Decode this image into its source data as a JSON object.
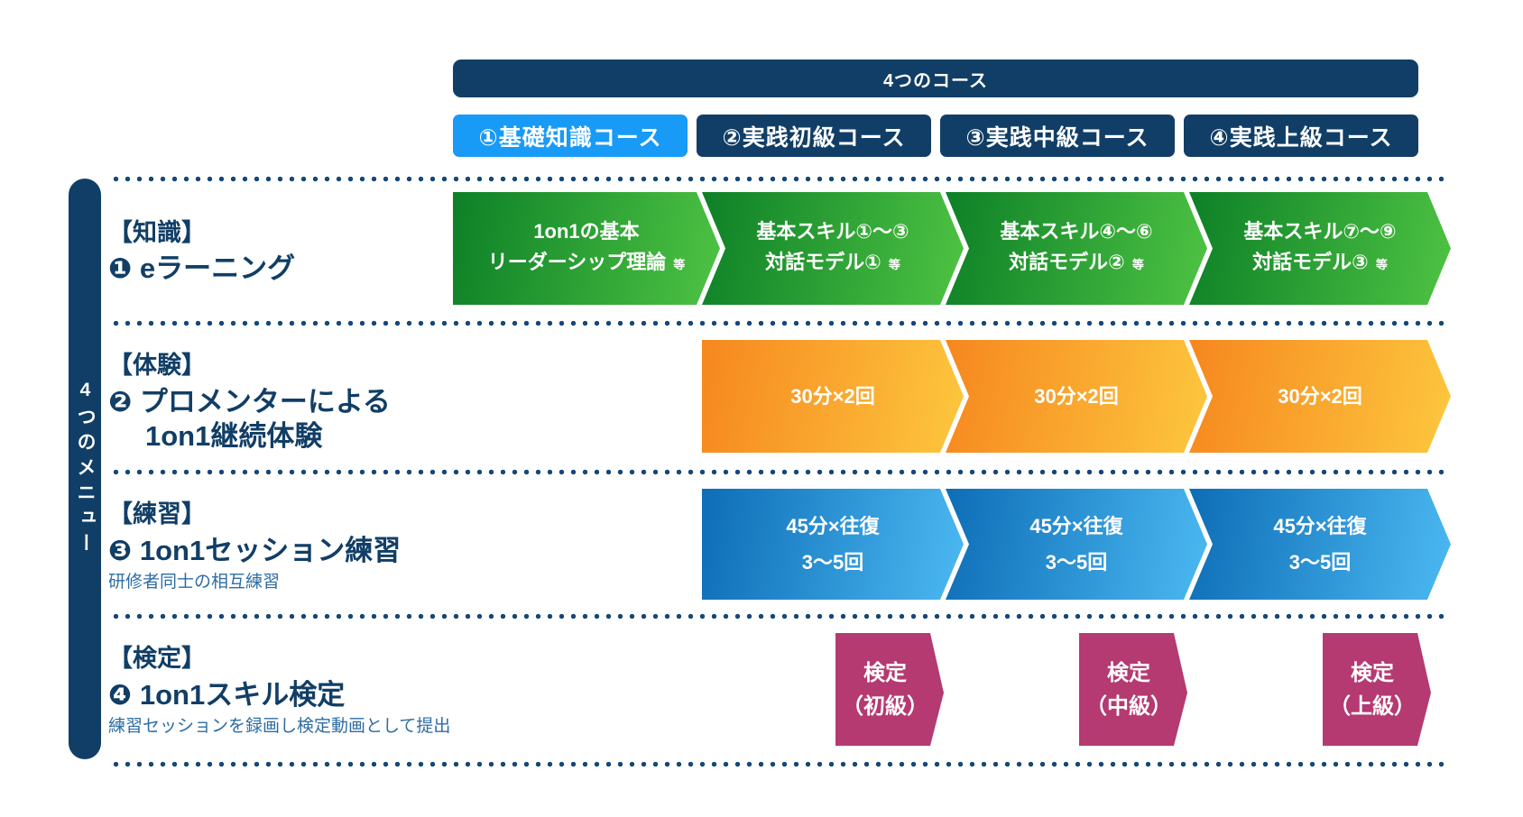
{
  "header": {
    "title": "4つのコース"
  },
  "course_tabs": [
    {
      "label": "①基礎知識コース",
      "active": true
    },
    {
      "label": "②実践初級コース",
      "active": false
    },
    {
      "label": "③実践中級コース",
      "active": false
    },
    {
      "label": "④実践上級コース",
      "active": false
    }
  ],
  "sidebar": {
    "label": "4つのメニュー"
  },
  "menu_rows": [
    {
      "category": "【知識】",
      "title": "❶ eラーニング",
      "segments": [
        {
          "line1": "1on1の基本",
          "line2": "リーダーシップ理論",
          "note": "等"
        },
        {
          "line1": "基本スキル①〜③",
          "line2": "対話モデル①",
          "note": "等"
        },
        {
          "line1": "基本スキル④〜⑥",
          "line2": "対話モデル②",
          "note": "等"
        },
        {
          "line1": "基本スキル⑦〜⑨",
          "line2": "対話モデル③",
          "note": "等"
        }
      ]
    },
    {
      "category": "【体験】",
      "title": "❷ プロメンターによる",
      "title_line2": "1on1継続体験",
      "segments": [
        {
          "line1": "30分×2回"
        },
        {
          "line1": "30分×2回"
        },
        {
          "line1": "30分×2回"
        }
      ]
    },
    {
      "category": "【練習】",
      "title": "❸ 1on1セッション練習",
      "subtitle": "研修者同士の相互練習",
      "segments": [
        {
          "line1": "45分×往復",
          "line2": "3〜5回"
        },
        {
          "line1": "45分×往復",
          "line2": "3〜5回"
        },
        {
          "line1": "45分×往復",
          "line2": "3〜5回"
        }
      ]
    },
    {
      "category": "【検定】",
      "title": "❹ 1on1スキル検定",
      "subtitle": "練習セッションを録画し検定動画として提出",
      "segments": [
        {
          "line1": "検定",
          "line2": "（初級）"
        },
        {
          "line1": "検定",
          "line2": "（中級）"
        },
        {
          "line1": "検定",
          "line2": "（上級）"
        }
      ]
    }
  ],
  "colors": {
    "navy": "#113e66",
    "active_tab_blue": "#189af7",
    "green_start": "#0d8027",
    "green_end": "#4ec343",
    "orange_start": "#f6871f",
    "orange_end": "#fdc73e",
    "blue_start": "#0d6db6",
    "blue_end": "#4cb9f2",
    "magenta": "#b43a71",
    "dot_navy": "#17497a",
    "sub_text_blue": "#2e6da4"
  }
}
